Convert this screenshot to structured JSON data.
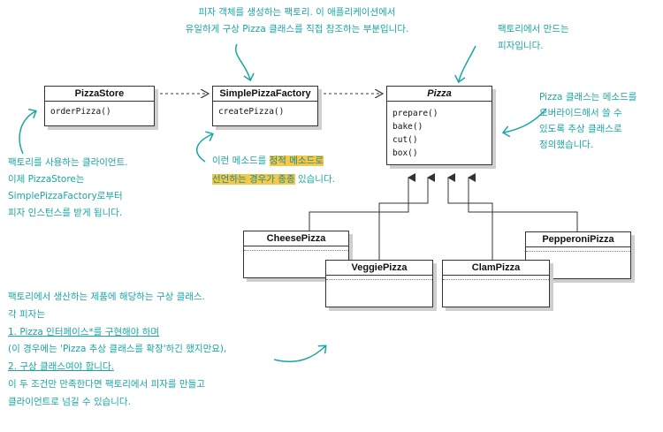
{
  "classes": {
    "pizza_store": {
      "name": "PizzaStore",
      "ops": [
        "orderPizza()"
      ]
    },
    "simple_factory": {
      "name": "SimplePizzaFactory",
      "ops": [
        "createPizza()"
      ]
    },
    "pizza": {
      "name": "Pizza",
      "ops": [
        "prepare()",
        "bake()",
        "cut()",
        "box()"
      ]
    },
    "cheese": {
      "name": "CheesePizza"
    },
    "veggie": {
      "name": "VeggiePizza"
    },
    "clam": {
      "name": "ClamPizza"
    },
    "pepperoni": {
      "name": "PepperoniPizza"
    }
  },
  "notes": {
    "top_center": [
      "피자 객체를 생성하는 팩토리. 이 애플리케이션에서",
      "유일하게 구상 Pizza 클래스를 직접 참조하는 부분입니다."
    ],
    "top_right": [
      "팩토리에서 만드는",
      "피자입니다."
    ],
    "right": [
      "Pizza 클래스는 메소드를",
      "오버라이드해서 쓸 수",
      "있도록 추상 클래스로",
      "정의했습니다."
    ],
    "left": [
      "팩토리를 사용하는 클라이언트.",
      "이제 PizzaStore는",
      "SimplePizzaFactory로부터",
      "피자 인스턴스를 받게 됩니다."
    ],
    "middle": {
      "line1_before": "이런 메소드를 ",
      "line1_highlight": "정적 메소드로",
      "line2_highlight": "선언하는 경우가 종종",
      "line2_after": " 있습니다."
    },
    "bottom": [
      "팩토리에서 생산하는 제품에 해당하는 구상 클래스.",
      "각 피자는",
      "1. Pizza 인터페이스*를 구현해야 하며",
      "(이 경우에는 'Pizza 추상 클래스를 확장'하긴 했지만요),",
      "2. 구상 클래스여야 합니다.",
      "이 두 조건만 만족한다면 팩토리에서 피자를 만들고",
      "클라이언트로 넘길 수 있습니다."
    ]
  },
  "colors": {
    "annotation": "#1aa5a5",
    "highlight": "#f5c84a",
    "line": "#333333"
  }
}
